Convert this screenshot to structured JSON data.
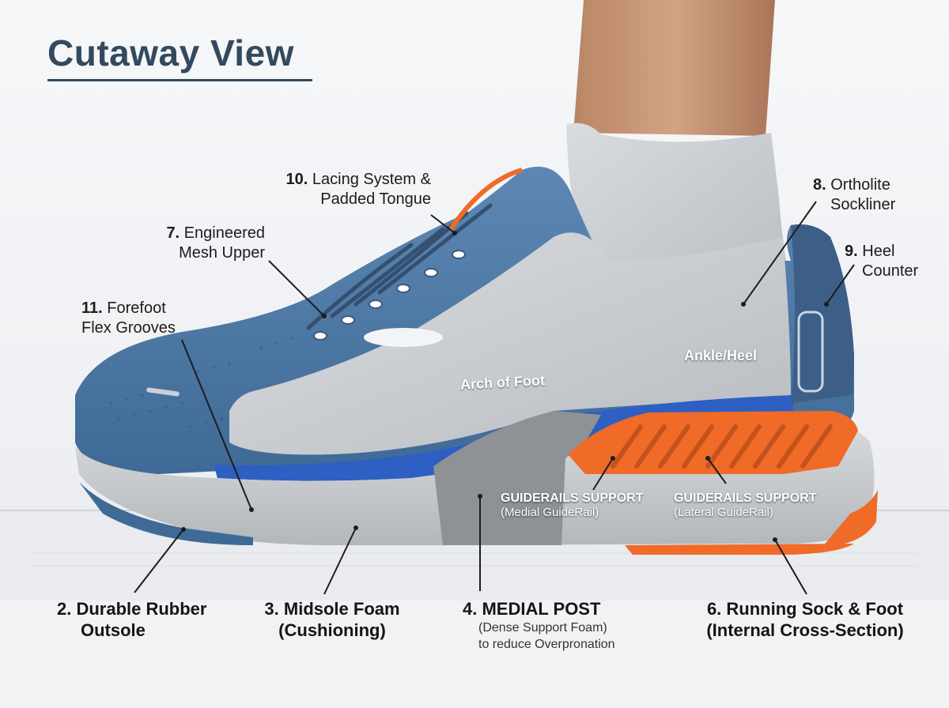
{
  "title": "Cutaway View",
  "labels": {
    "lacing": {
      "num": "10.",
      "line1": "Lacing System &",
      "line2": "Padded Tongue"
    },
    "mesh": {
      "num": "7.",
      "line1": "Engineered",
      "line2": "Mesh Upper"
    },
    "flex": {
      "num": "11.",
      "line1": "Forefoot",
      "line2": "Flex Grooves"
    },
    "sockliner": {
      "num": "8.",
      "line1": "Ortholite",
      "line2": "Sockliner"
    },
    "heel": {
      "num": "9.",
      "line1": "Heel",
      "line2": "Counter"
    },
    "outsole": {
      "line1": "2. Durable Rubber",
      "line2": "Outsole"
    },
    "midsole": {
      "line1": "3. Midsole Foam",
      "line2": "(Cushioning)"
    },
    "medial_post": {
      "num": "4.",
      "name": "MEDIAL POST",
      "sub1": "(Dense Support Foam)",
      "sub2": "to reduce Overpronation"
    },
    "sock": {
      "line1": "6. Running Sock & Foot",
      "line2": "(Internal Cross-Section)"
    },
    "arch": "Arch of Foot",
    "ankle": "Ankle/Heel",
    "guide_medial": {
      "name": "GUIDERAILS SUPPORT",
      "sub": "(Medial GuideRail)"
    },
    "guide_lateral": {
      "name": "GUIDERAILS SUPPORT",
      "sub": "(Lateral GuideRail)"
    }
  },
  "colors": {
    "title": "#34495e",
    "upper_blue": "#4f7aa6",
    "sole_grey": "#c9cccf",
    "post_grey": "#8e9296",
    "accent_orange": "#f06a28",
    "foam_blue": "#2e5fc2",
    "sock_grey": "#c8cbcf"
  }
}
